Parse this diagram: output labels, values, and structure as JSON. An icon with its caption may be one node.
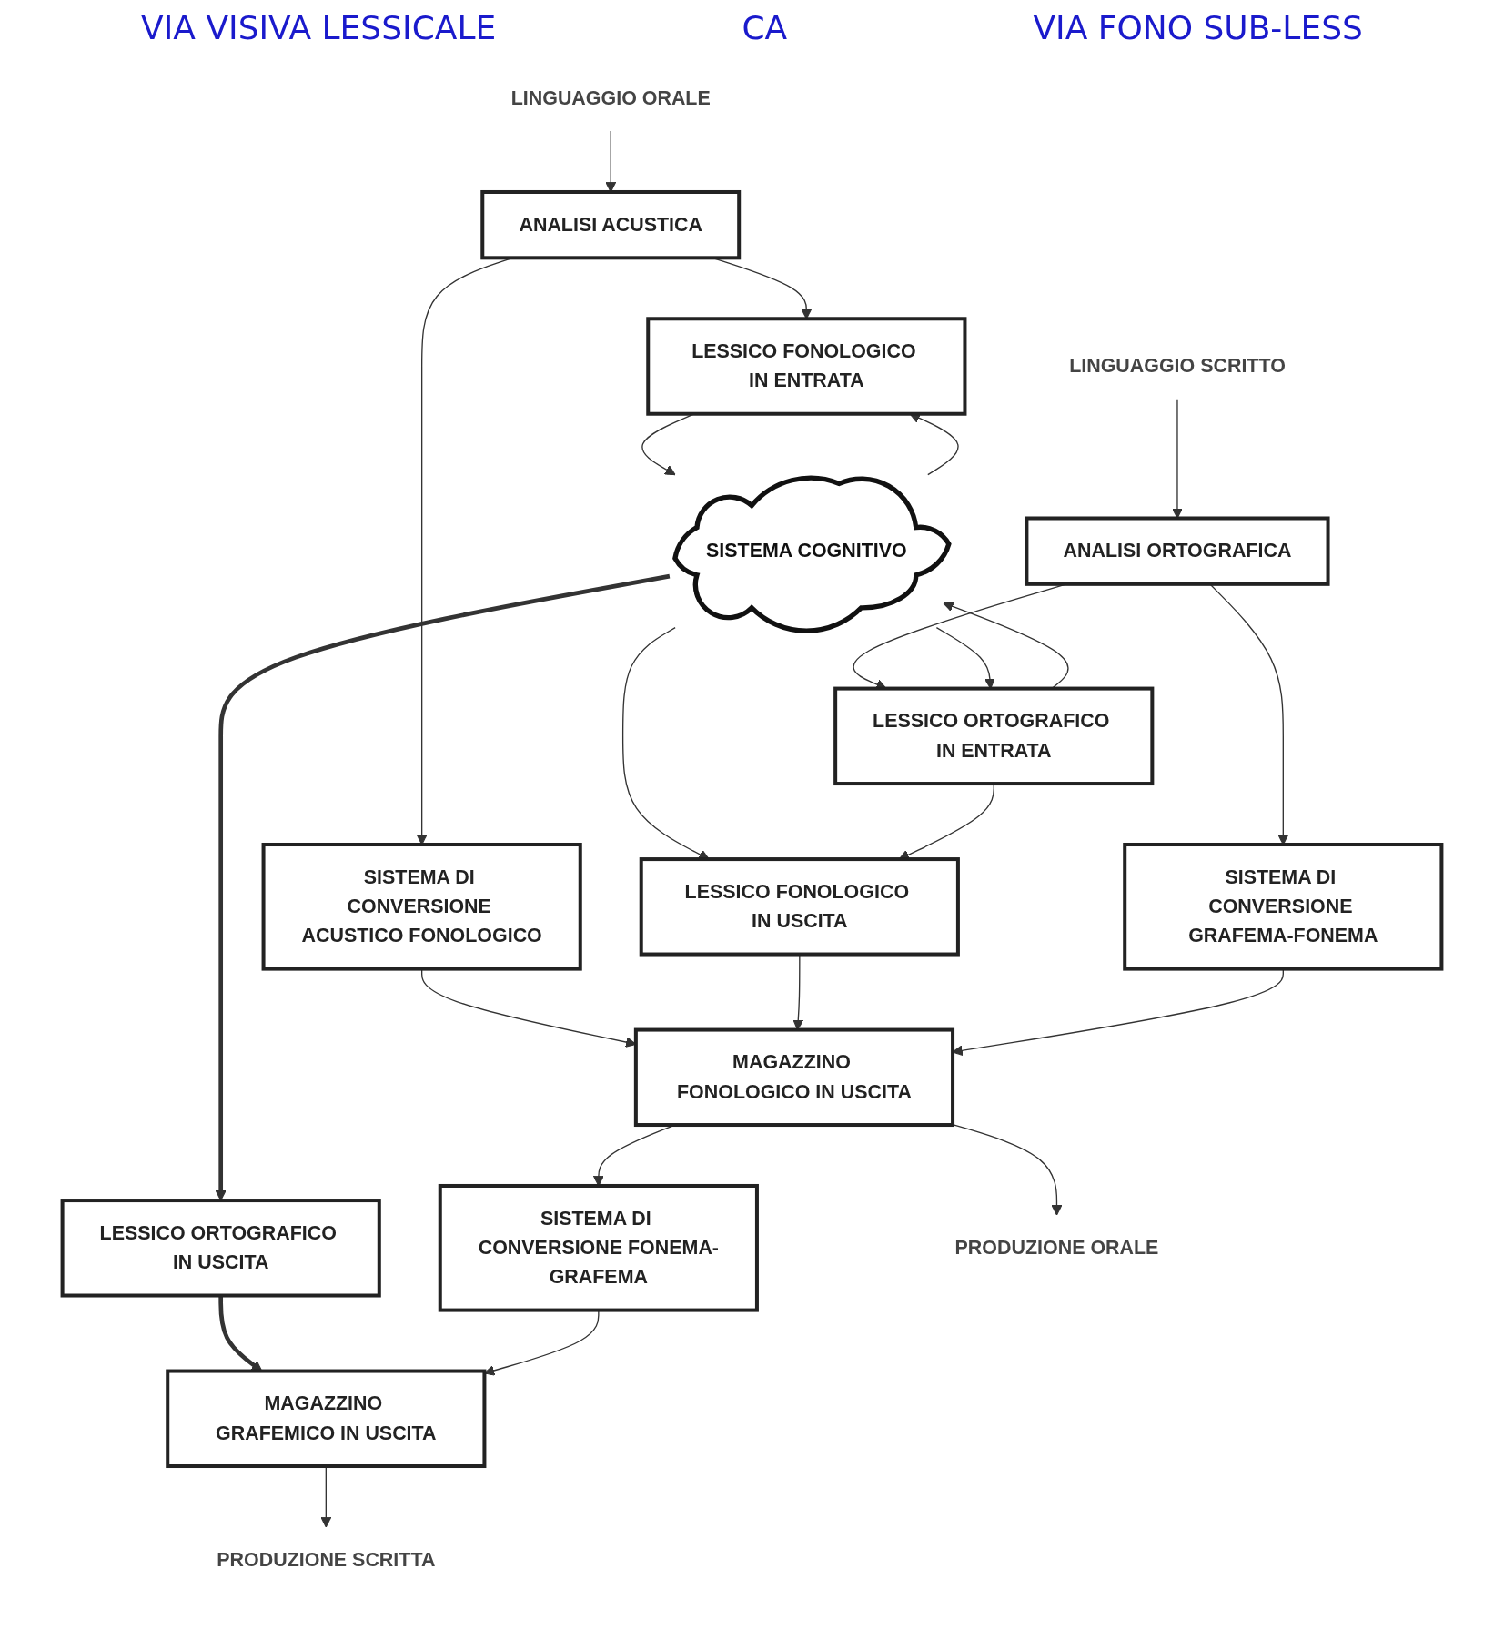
{
  "diagram": {
    "nodes": [
      {
        "text": [
          "LINGUAGGIO ORALE"
        ]
      },
      {
        "text": [
          "LINGUAGGIO SCRITTO"
        ]
      },
      {
        "text": [
          "ANALISI ACUSTICA"
        ]
      },
      {
        "text": [
          "ANALISI ORTOGRAFICA"
        ]
      },
      {
        "text": [
          "LESSICO FONOLOGICO IN ENTRATA"
        ]
      },
      {
        "text": [
          "LESSICO ORTOGRAFICO IN ENTRATA"
        ]
      },
      {
        "text": [
          "SISTEMA DI CONVERSIONE ACUSTICO FONOLOGICO"
        ]
      },
      {
        "text": [
          "SISTEMA COGNITIVO"
        ]
      },
      {
        "text": [
          "SISTEMA DI CONVERSIONE GRAFEMA-FONEMA"
        ]
      },
      {
        "text": [
          "LESSICO FONOLOGICO IN USCITA"
        ]
      },
      {
        "text": [
          "LESSICO ORTOGRAFICO IN USCITA"
        ]
      },
      {
        "text": [
          "MAGAZZINO FONOLOGICO IN USCITA"
        ]
      },
      {
        "text": [
          "SISTEMA DI CONVERSIONE FONEMA-GRAFEMA"
        ]
      },
      {
        "text": [
          "MAGAZZINO GRAFEMICO IN USCITA"
        ]
      },
      {
        "text": [
          "PRODUZIONE ORALE"
        ]
      },
      {
        "text": [
          "PRODUZIONE SCRITTA"
        ]
      }
    ],
    "edges": [
      {
        "from": 0,
        "to": 2,
        "arrow": "to"
      },
      {
        "from": 1,
        "to": 3,
        "arrow": "to"
      },
      {
        "from": 2,
        "to": 4,
        "arrow": "to"
      },
      {
        "from": 2,
        "to": 6,
        "arrow": "to"
      },
      {
        "from": 3,
        "to": 5,
        "arrow": "to"
      },
      {
        "from": 3,
        "to": 8,
        "arrow": "to"
      },
      {
        "from": 4,
        "to": 7,
        "arrow": "to"
      },
      {
        "from": 7,
        "to": 4,
        "arrow": "to"
      },
      {
        "from": 5,
        "to": 7,
        "arrow": "to"
      },
      {
        "from": 7,
        "to": 5,
        "arrow": "to"
      },
      {
        "from": 7,
        "to": 9,
        "arrow": "to"
      },
      {
        "from": 7,
        "to": 10,
        "arrow": "to",
        "style": "thick"
      },
      {
        "from": 5,
        "to": 9,
        "arrow": "to"
      },
      {
        "from": 6,
        "to": 11,
        "arrow": "to"
      },
      {
        "from": 9,
        "to": 11,
        "arrow": "to"
      },
      {
        "from": 8,
        "to": 11,
        "arrow": "to"
      },
      {
        "from": 10,
        "to": 13,
        "arrow": "to",
        "style": "thick"
      },
      {
        "from": 11,
        "to": 12,
        "arrow": "to"
      },
      {
        "from": 12,
        "to": 13,
        "arrow": "to"
      },
      {
        "from": 11,
        "to": 14,
        "arrow": "to"
      },
      {
        "from": 13,
        "to": 15,
        "arrow": "to"
      }
    ],
    "labels": [
      "VIA VISIVA LESSICALE",
      "CA",
      "VIA FONO SUB-LESS"
    ]
  }
}
